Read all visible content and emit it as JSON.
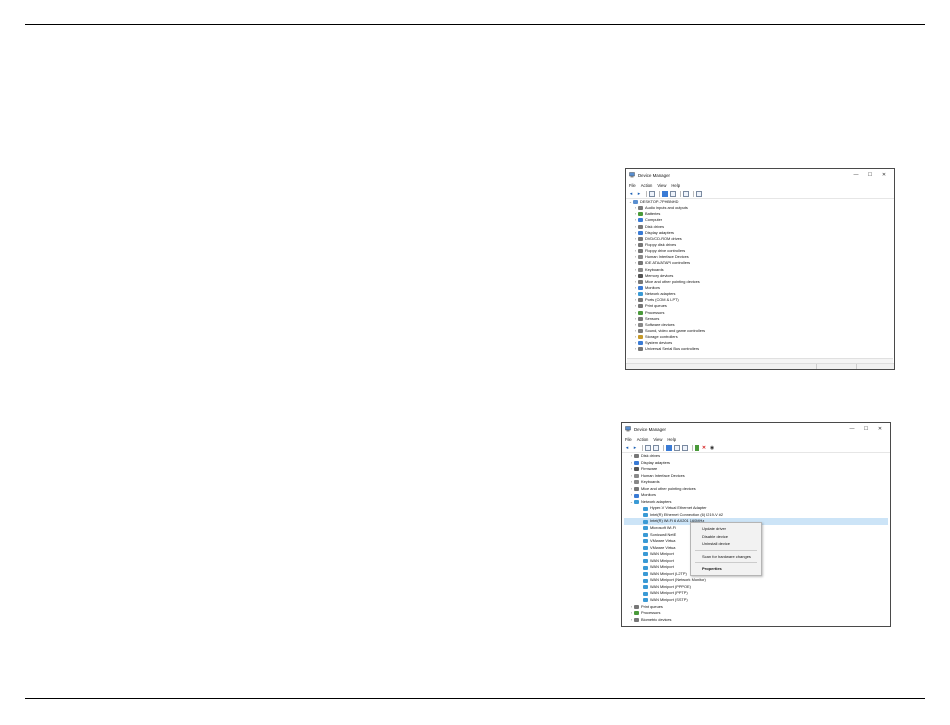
{
  "window1": {
    "title": "Device Manager",
    "controls": {
      "minimize": "—",
      "maximize": "☐",
      "close": "✕"
    },
    "menu": [
      "File",
      "Action",
      "View",
      "Help"
    ],
    "root": "DESKTOP-7PHBNHD",
    "categories": [
      {
        "label": "Audio inputs and outputs",
        "color": "#7a7a7a"
      },
      {
        "label": "Batteries",
        "color": "#4a9a3a"
      },
      {
        "label": "Computer",
        "color": "#3a7bd5"
      },
      {
        "label": "Disk drives",
        "color": "#777777"
      },
      {
        "label": "Display adapters",
        "color": "#3a7bd5"
      },
      {
        "label": "DVD/CD-ROM drives",
        "color": "#777777"
      },
      {
        "label": "Floppy disk drives",
        "color": "#777777"
      },
      {
        "label": "Floppy drive controllers",
        "color": "#777777"
      },
      {
        "label": "Human Interface Devices",
        "color": "#8a8a8a"
      },
      {
        "label": "IDE ATA/ATAPI controllers",
        "color": "#777777"
      },
      {
        "label": "Keyboards",
        "color": "#888888"
      },
      {
        "label": "Memory devices",
        "color": "#555555"
      },
      {
        "label": "Mice and other pointing devices",
        "color": "#777777"
      },
      {
        "label": "Monitors",
        "color": "#3a7bd5"
      },
      {
        "label": "Network adapters",
        "color": "#3a9ad5"
      },
      {
        "label": "Ports (COM & LPT)",
        "color": "#777777"
      },
      {
        "label": "Print queues",
        "color": "#777777"
      },
      {
        "label": "Processors",
        "color": "#4a9a3a"
      },
      {
        "label": "Sensors",
        "color": "#777777"
      },
      {
        "label": "Software devices",
        "color": "#888888"
      },
      {
        "label": "Sound, video and game controllers",
        "color": "#7a7a7a"
      },
      {
        "label": "Storage controllers",
        "color": "#c79a2a"
      },
      {
        "label": "System devices",
        "color": "#3a7bd5"
      },
      {
        "label": "Universal Serial Bus controllers",
        "color": "#777777"
      }
    ]
  },
  "window2": {
    "title": "Device Manager",
    "controls": {
      "minimize": "—",
      "maximize": "☐",
      "close": "✕"
    },
    "menu": [
      "File",
      "Action",
      "View",
      "Help"
    ],
    "rows": [
      {
        "label": "Disk drives",
        "level": 1,
        "expander": "›",
        "color": "#777777"
      },
      {
        "label": "Display adapters",
        "level": 1,
        "expander": "›",
        "color": "#3a7bd5"
      },
      {
        "label": "Firmware",
        "level": 1,
        "expander": "›",
        "color": "#555555"
      },
      {
        "label": "Human Interface Devices",
        "level": 1,
        "expander": "›",
        "color": "#8a8a8a"
      },
      {
        "label": "Keyboards",
        "level": 1,
        "expander": "›",
        "color": "#888888"
      },
      {
        "label": "Mice and other pointing devices",
        "level": 1,
        "expander": "›",
        "color": "#777777"
      },
      {
        "label": "Monitors",
        "level": 1,
        "expander": "›",
        "color": "#3a7bd5"
      },
      {
        "label": "Network adapters",
        "level": 1,
        "expander": "⌄",
        "color": "#3a9ad5"
      },
      {
        "label": "Hyper-V Virtual Ethernet Adapter",
        "level": 2,
        "expander": "",
        "color": "#3a9ad5"
      },
      {
        "label": "Intel(R) Ethernet Connection (6) I219-V #2",
        "level": 2,
        "expander": "",
        "color": "#3a9ad5"
      },
      {
        "label": "Intel(R) Wi-Fi 6 AX201 160MHz",
        "level": 2,
        "expander": "",
        "color": "#3a9ad5",
        "selected": true
      },
      {
        "label": "Microsoft Wi-Fi",
        "level": 2,
        "expander": "",
        "color": "#3a9ad5"
      },
      {
        "label": "Sonicwall NetE",
        "level": 2,
        "expander": "",
        "color": "#3a9ad5"
      },
      {
        "label": "VMware Virtua",
        "level": 2,
        "expander": "",
        "color": "#3a9ad5"
      },
      {
        "label": "VMware Virtua",
        "level": 2,
        "expander": "",
        "color": "#3a9ad5"
      },
      {
        "label": "WAN Miniport",
        "level": 2,
        "expander": "",
        "color": "#3a9ad5"
      },
      {
        "label": "WAN Miniport",
        "level": 2,
        "expander": "",
        "color": "#3a9ad5"
      },
      {
        "label": "WAN Miniport",
        "level": 2,
        "expander": "",
        "color": "#3a9ad5"
      },
      {
        "label": "WAN Miniport (L2TP)",
        "level": 2,
        "expander": "",
        "color": "#3a9ad5"
      },
      {
        "label": "WAN Miniport (Network Monitor)",
        "level": 2,
        "expander": "",
        "color": "#3a9ad5"
      },
      {
        "label": "WAN Miniport (PPPOE)",
        "level": 2,
        "expander": "",
        "color": "#3a9ad5"
      },
      {
        "label": "WAN Miniport (PPTP)",
        "level": 2,
        "expander": "",
        "color": "#3a9ad5"
      },
      {
        "label": "WAN Miniport (SSTP)",
        "level": 2,
        "expander": "",
        "color": "#3a9ad5"
      },
      {
        "label": "Print queues",
        "level": 1,
        "expander": "›",
        "color": "#777777"
      },
      {
        "label": "Processors",
        "level": 1,
        "expander": "›",
        "color": "#4a9a3a"
      },
      {
        "label": "Biometric devices",
        "level": 1,
        "expander": "›",
        "color": "#777777"
      }
    ],
    "context_menu": [
      "Update driver",
      "Disable device",
      "Uninstall device",
      "Scan for hardware changes",
      "Properties"
    ]
  }
}
